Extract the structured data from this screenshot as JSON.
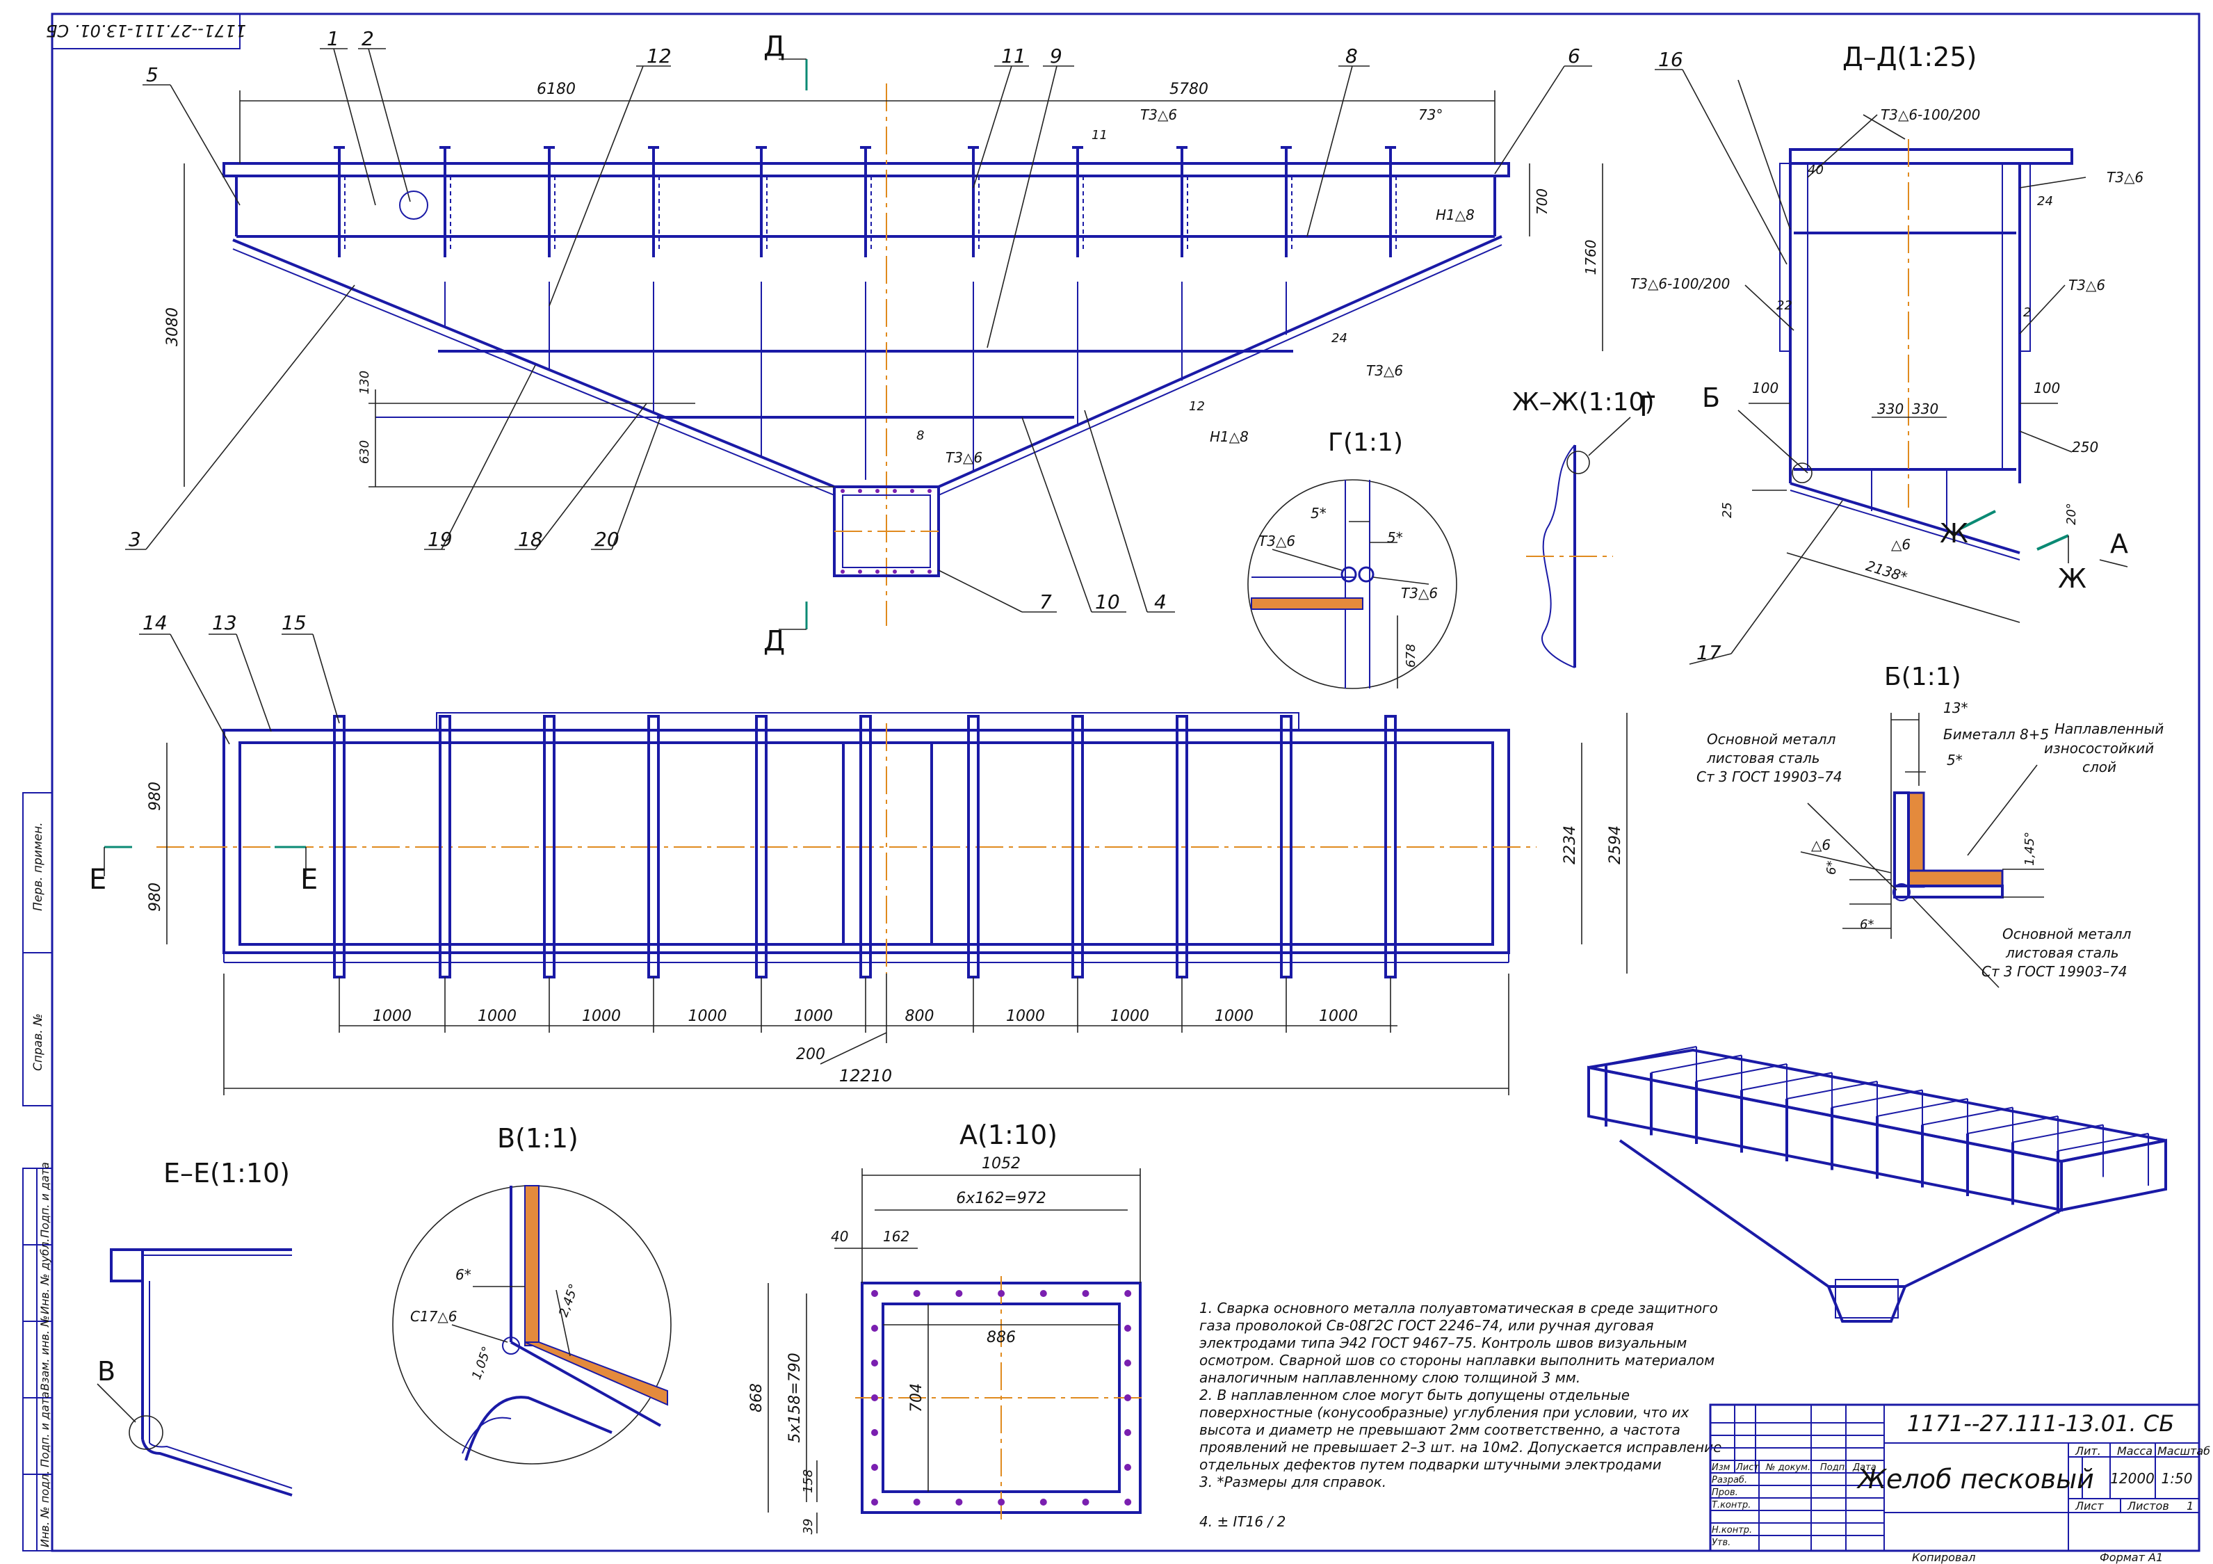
{
  "drawing": {
    "code": "1171--27.111-13.01. СБ",
    "code_mirror": "1171--27.111-13.01. СБ",
    "title": "Желоб песковый",
    "mass": "12000",
    "scale": "1:50",
    "sheet_label": "Лист",
    "sheets_label": "Листов",
    "sheets_count": "1",
    "lit_label": "Лит.",
    "mass_label": "Масса",
    "scale_label": "Масштаб",
    "copied": "Копировал",
    "format": "Формат   А1"
  },
  "title_block_rows": {
    "header": [
      "Изм",
      "Лист",
      "№ докум.",
      "Подп.",
      "Дата"
    ],
    "rows": [
      "Разраб.",
      "Пров.",
      "Т.контр.",
      "",
      "Н.контр.",
      "Утв."
    ]
  },
  "side_stamp": [
    "Перв. примен.",
    "Справ. №",
    "Подп. и дата",
    "Инв. № дубл.",
    "Взам. инв. №",
    "Подп. и дата",
    "Инв. № подл."
  ],
  "views": {
    "section_dd": "Д–Д(1:25)",
    "section_zhzh": "Ж–Ж(1:10)",
    "detail_g": "Г(1:1)",
    "detail_b": "Б(1:1)",
    "section_ee": "Е–Е(1:10)",
    "detail_v": "В(1:1)",
    "view_a": "А(1:10)"
  },
  "markers": {
    "d": "Д",
    "e": "Е",
    "g": "Г",
    "b": "Б",
    "zh": "Ж",
    "a": "А",
    "v": "В"
  },
  "main_view": {
    "dims": {
      "left_len": "6180",
      "right_len": "5780",
      "height": "3080",
      "right_h1": "700",
      "right_h2": "1760",
      "h130": "130",
      "h630": "630",
      "ang73": "73°",
      "d8": "8",
      "d11": "11",
      "d24": "24",
      "d12": "12"
    },
    "welds": {
      "t3_6_top": "Т3△6",
      "n1_8_top": "Н1△8",
      "t3_6_right": "Т3△6",
      "n1_8_bot": "Н1△8",
      "t3_6_bot": "Т3△6"
    },
    "callouts": [
      "1",
      "2",
      "12",
      "11",
      "9",
      "8",
      "6",
      "5",
      "3",
      "19",
      "18",
      "20",
      "7",
      "10",
      "4"
    ]
  },
  "plan_view": {
    "callouts": [
      "14",
      "13",
      "15"
    ],
    "dims_w": "980",
    "dims_w2": "980",
    "inner_w": "2234",
    "outer_w": "2594",
    "spacings": [
      "1000",
      "1000",
      "1000",
      "1000",
      "1000",
      "800",
      "1000",
      "1000",
      "1000",
      "1000"
    ],
    "offset": "200",
    "total": "12210"
  },
  "section_dd": {
    "callout16": "16",
    "callout17": "17",
    "w1": "Т3△6-100/200",
    "w2": "Т3△6",
    "w3": "Т3△6-100/200",
    "w4": "Т3△6",
    "w5": "△6",
    "d40": "40",
    "d24": "24",
    "d22": "22",
    "d2": "2",
    "d100l": "100",
    "d100r": "100",
    "d330a": "330",
    "d330b": "330",
    "d250": "250",
    "d25": "25",
    "d20": "20°",
    "d2138": "2138*"
  },
  "detail_g": {
    "w1": "Т3△6",
    "w2": "Т3△6",
    "d5a": "5*",
    "d5b": "5*",
    "d678": "678"
  },
  "detail_b": {
    "d13": "13*",
    "bimetal": "Биметалл 8+5",
    "naplav1": "Наплавленный",
    "naplav2": "износостойкий",
    "naplav3": "слой",
    "base1": "Основной металл",
    "base2": "листовая сталь",
    "base3": "Ст 3 ГОСТ 19903–74",
    "base4": "Основной металл",
    "base5": "листовая сталь",
    "base6": "Ст 3 ГОСТ 19903–74",
    "d5": "5*",
    "d6a": "6*",
    "d6b": "6*",
    "w6": "△6",
    "d145": "1,45°"
  },
  "detail_v": {
    "d6": "6*",
    "weld": "С17△6",
    "d245": "2,45°",
    "d105": "1,05°"
  },
  "view_a": {
    "w1052": "1052",
    "w6x162": "6х162=972",
    "d40": "40",
    "d162": "162",
    "d886": "886",
    "d704": "704",
    "d868": "868",
    "d5x158": "5х158=790",
    "d158": "158",
    "d39": "39"
  },
  "notes": [
    "1.  Сварка основного металла полуавтоматическая в среде защитного",
    "газа проволокой Св-08Г2С  ГОСТ  2246–74,  или  ручная  дуговая",
    "электродами типа  Э42  ГОСТ  9467–75.  Контроль швов визуальным",
    "осмотром. Сварной шов со стороны наплавки выполнить материалом",
    "аналогичным наплавленному слою толщиной 3 мм.",
    "2. В  наплавленном  слое  могут  быть  допущены  отдельные",
    "поверхностные  (конусообразные)  углубления  при  условии,  что  их",
    "высота  и  диаметр  не  превышают  2мм  соответственно,  а  частота",
    "проявлений  не превышает  2–3  шт.  на  10м2. Допускается исправление",
    "отдельных дефектов путем подварки штучными электродами",
    "3.  *Размеры для справок.",
    "4.  ± IT16 / 2"
  ]
}
